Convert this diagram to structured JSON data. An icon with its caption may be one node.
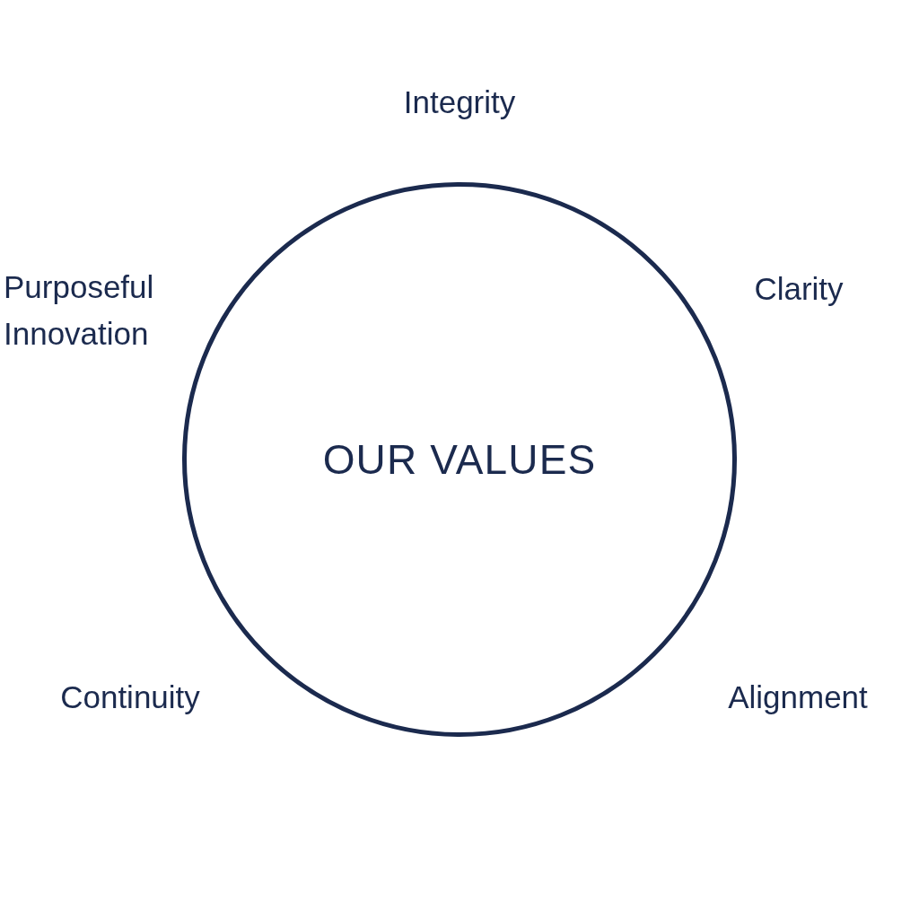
{
  "diagram": {
    "nodes": [
      {
        "text": [
          "OUR VALUES"
        ]
      }
    ],
    "labels": [
      "Integrity",
      "Purposeful Innovation",
      "Clarity",
      "Continuity",
      "Alignment"
    ]
  }
}
